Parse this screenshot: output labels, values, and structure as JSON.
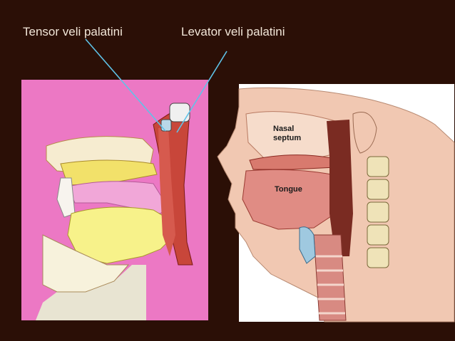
{
  "labels": {
    "tensor": "Tensor veli palatini",
    "levator": "Levator veli palatini",
    "nasal_line1": "Nasal",
    "nasal_line2": "septum",
    "tongue": "Tongue"
  },
  "colors": {
    "background": "#2b0f06",
    "title_text": "#f2e6d8",
    "pointer_line": "#5fc3e8",
    "left_panel_bg": "#e8e4d2",
    "left_pink": "#ec78c4",
    "left_yellow": "#f7f28a",
    "left_muscle_red": "#c8463a",
    "right_panel_bg": "#ffffff"
  }
}
